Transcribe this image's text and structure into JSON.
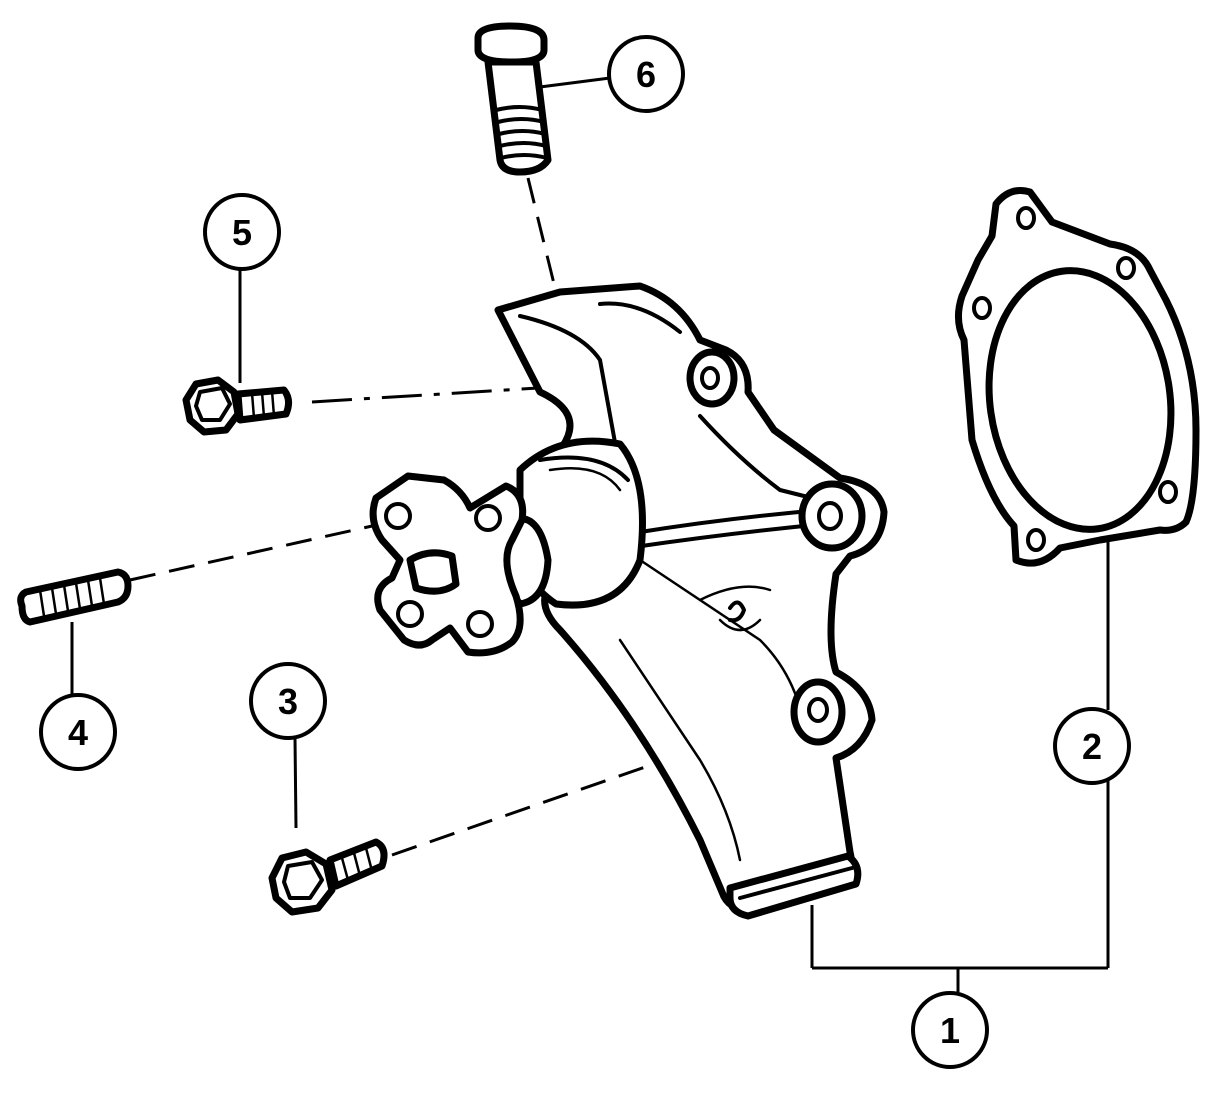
{
  "callouts": [
    {
      "id": "1",
      "label": "1"
    },
    {
      "id": "2",
      "label": "2"
    },
    {
      "id": "3",
      "label": "3"
    },
    {
      "id": "4",
      "label": "4"
    },
    {
      "id": "5",
      "label": "5"
    },
    {
      "id": "6",
      "label": "6"
    }
  ],
  "parts": {
    "water_pump": "water-pump",
    "gasket": "gasket",
    "bolt_lower": "bolt",
    "stud": "stud",
    "bolt_upper": "bolt",
    "dowel_bolt": "bolt"
  },
  "colors": {
    "ink": "#000000",
    "paper": "#ffffff"
  }
}
